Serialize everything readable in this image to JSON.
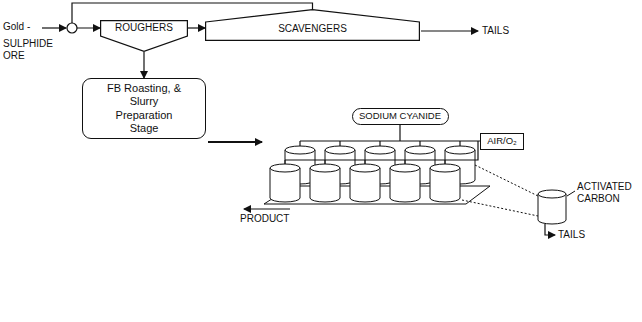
{
  "diagram": {
    "nodes": [
      {
        "text": [
          "ROUGHERS"
        ]
      },
      {
        "text": [
          "SCAVENGERS"
        ]
      },
      {
        "text": [
          "FB Roasting, & Slurry Preparation Stage"
        ]
      },
      {
        "text": [
          "SODIUM CYANIDE"
        ]
      },
      {
        "text": [
          "AIR/O₂"
        ]
      }
    ],
    "edges": [
      {
        "from": 0,
        "to": 1,
        "arrow": "to"
      },
      {
        "from": 1,
        "to": 0,
        "arrow": "to"
      },
      {
        "from": 0,
        "to": 2,
        "arrow": "to"
      }
    ],
    "labels": [
      "Gold -",
      "SULPHIDE ORE",
      "TAILS",
      "PRODUCT",
      "ACTIVATED CARBON",
      "TAILS"
    ]
  }
}
